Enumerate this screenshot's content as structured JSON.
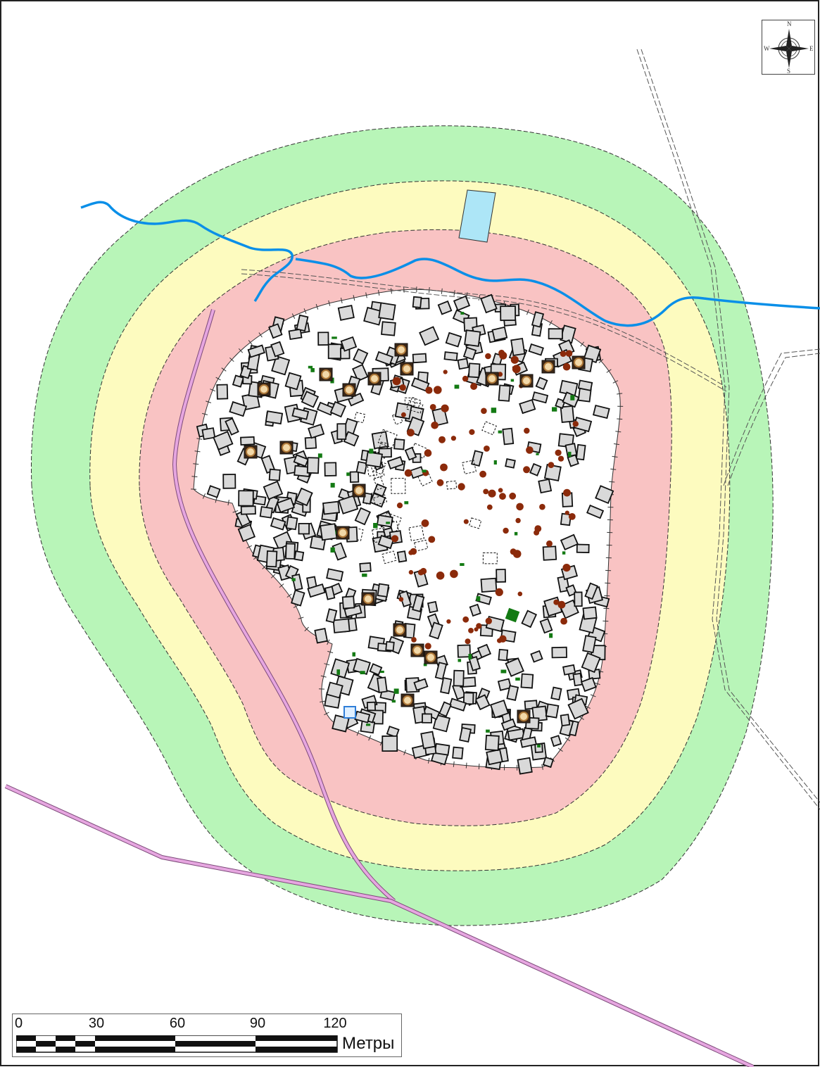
{
  "map": {
    "colors": {
      "outer_ring": "#b8f5b8",
      "middle_ring": "#fdfbbf",
      "inner_ring": "#f9c3c3",
      "settlement": "#ffffff",
      "river": "#0a8fe8",
      "pond": "#ade6f7",
      "pipeline": "#e6a6e0",
      "building": "#d9d9d9",
      "tree": "#8b2a0a",
      "shrub": "#137a13"
    },
    "compass": {
      "north": "N",
      "south": "S",
      "east": "E",
      "west": "W",
      "icon": "compass-rose-icon"
    },
    "scale_bar": {
      "labels": [
        "0",
        "30",
        "60",
        "90",
        "120"
      ],
      "unit": "Метры"
    }
  }
}
